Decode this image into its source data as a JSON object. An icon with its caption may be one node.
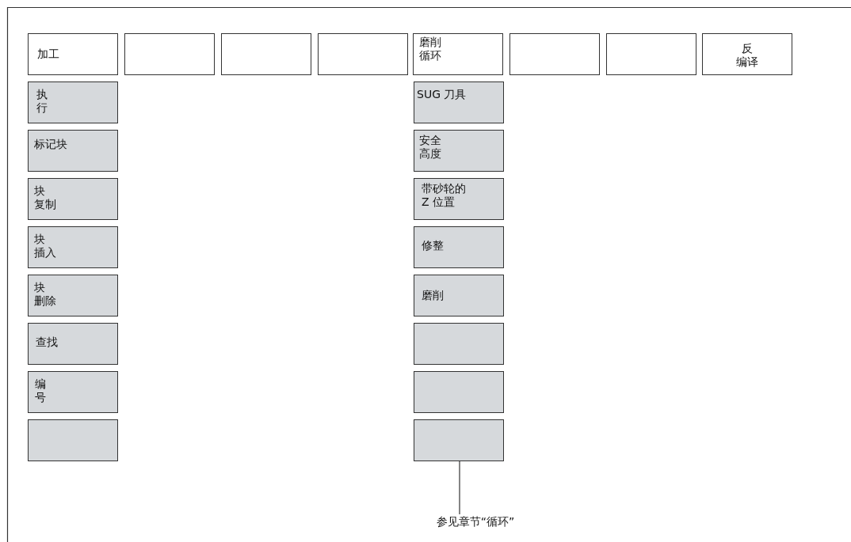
{
  "diagram": {
    "nodes": [
      {
        "text": [
          "加工"
        ]
      },
      {
        "text": [],
        "shape": "box"
      },
      {
        "text": [],
        "shape": "box"
      },
      {
        "text": [],
        "shape": "box"
      },
      {
        "text": [
          "磨削循环"
        ]
      },
      {
        "text": [],
        "shape": "box"
      },
      {
        "text": [],
        "shape": "box"
      },
      {
        "text": [
          "反编译"
        ]
      },
      {
        "text": [
          "执行"
        ]
      },
      {
        "text": [
          "标记块"
        ]
      },
      {
        "text": [
          "块复制"
        ]
      },
      {
        "text": [
          "块插入"
        ]
      },
      {
        "text": [
          "块删除"
        ]
      },
      {
        "text": [
          "查找"
        ]
      },
      {
        "text": [
          "编号"
        ]
      },
      {
        "text": [],
        "shape": "box"
      },
      {
        "text": [
          "SUG 刀具"
        ]
      },
      {
        "text": [
          "安全高度"
        ]
      },
      {
        "text": [
          "带砂轮的Z 位置"
        ]
      },
      {
        "text": [
          "修整"
        ]
      },
      {
        "text": [
          "磨削"
        ]
      },
      {
        "text": [],
        "shape": "box"
      },
      {
        "text": [],
        "shape": "box"
      },
      {
        "text": [],
        "shape": "box"
      },
      {
        "text": [
          "参见章节“循环”"
        ]
      }
    ],
    "edges": [
      {
        "from": 24,
        "to": 23,
        "arrow": "none"
      }
    ]
  }
}
